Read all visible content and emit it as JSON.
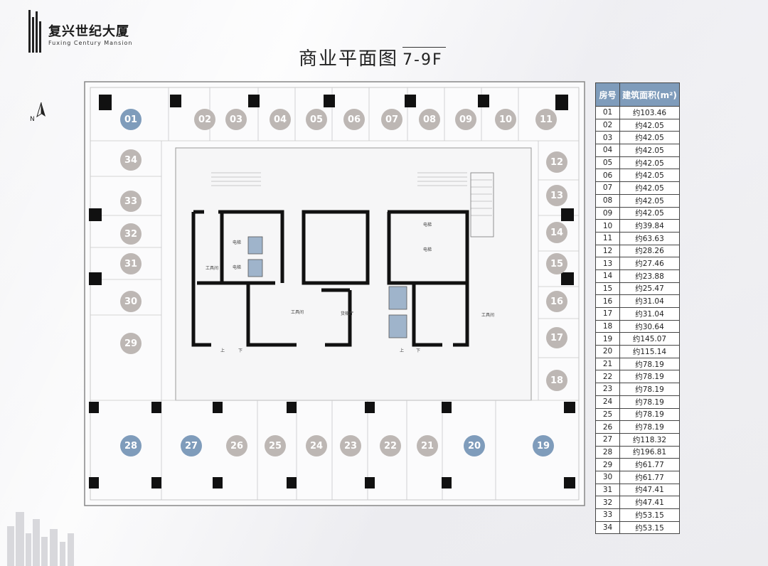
{
  "logo": {
    "name_cn": "复兴世纪大厦",
    "name_en": "Fuxing Century Mansion"
  },
  "title": {
    "main": "商业平面图",
    "floor": "7-9F"
  },
  "compass": {
    "label": "N",
    "icon": "north-arrow-icon"
  },
  "colors": {
    "accent_blue": "#7f9cbb",
    "unit_grey": "#bdb7b4"
  },
  "units_top": [
    {
      "id": "01",
      "highlight": true
    },
    {
      "id": "02",
      "highlight": false
    },
    {
      "id": "03",
      "highlight": false
    },
    {
      "id": "04",
      "highlight": false
    },
    {
      "id": "05",
      "highlight": false
    },
    {
      "id": "06",
      "highlight": false
    },
    {
      "id": "07",
      "highlight": false
    },
    {
      "id": "08",
      "highlight": false
    },
    {
      "id": "09",
      "highlight": false
    },
    {
      "id": "10",
      "highlight": false
    },
    {
      "id": "11",
      "highlight": false
    }
  ],
  "units_right": [
    "12",
    "13",
    "14",
    "15",
    "16",
    "17",
    "18"
  ],
  "units_left": [
    "34",
    "33",
    "32",
    "31",
    "30",
    "29"
  ],
  "units_bottom": [
    {
      "id": "28",
      "highlight": true
    },
    {
      "id": "27",
      "highlight": true
    },
    {
      "id": "26",
      "highlight": false
    },
    {
      "id": "25",
      "highlight": false
    },
    {
      "id": "24",
      "highlight": false
    },
    {
      "id": "23",
      "highlight": false
    },
    {
      "id": "22",
      "highlight": false
    },
    {
      "id": "21",
      "highlight": false
    },
    {
      "id": "20",
      "highlight": true
    },
    {
      "id": "19",
      "highlight": true
    }
  ],
  "core_labels": {
    "tool_room": "工具间",
    "freight_hall": "货梯厅",
    "up": "上",
    "down": "下",
    "elevator": "电梯"
  },
  "area_table": {
    "header_no": "房号",
    "header_area": "建筑面积(m²)",
    "rows": [
      {
        "no": "01",
        "area": "约103.46"
      },
      {
        "no": "02",
        "area": "约42.05"
      },
      {
        "no": "03",
        "area": "约42.05"
      },
      {
        "no": "04",
        "area": "约42.05"
      },
      {
        "no": "05",
        "area": "约42.05"
      },
      {
        "no": "06",
        "area": "约42.05"
      },
      {
        "no": "07",
        "area": "约42.05"
      },
      {
        "no": "08",
        "area": "约42.05"
      },
      {
        "no": "09",
        "area": "约42.05"
      },
      {
        "no": "10",
        "area": "约39.84"
      },
      {
        "no": "11",
        "area": "约63.63"
      },
      {
        "no": "12",
        "area": "约28.26"
      },
      {
        "no": "13",
        "area": "约27.46"
      },
      {
        "no": "14",
        "area": "约23.88"
      },
      {
        "no": "15",
        "area": "约25.47"
      },
      {
        "no": "16",
        "area": "约31.04"
      },
      {
        "no": "17",
        "area": "约31.04"
      },
      {
        "no": "18",
        "area": "约30.64"
      },
      {
        "no": "19",
        "area": "约145.07"
      },
      {
        "no": "20",
        "area": "约115.14"
      },
      {
        "no": "21",
        "area": "约78.19"
      },
      {
        "no": "22",
        "area": "约78.19"
      },
      {
        "no": "23",
        "area": "约78.19"
      },
      {
        "no": "24",
        "area": "约78.19"
      },
      {
        "no": "25",
        "area": "约78.19"
      },
      {
        "no": "26",
        "area": "约78.19"
      },
      {
        "no": "27",
        "area": "约118.32"
      },
      {
        "no": "28",
        "area": "约196.81"
      },
      {
        "no": "29",
        "area": "约61.77"
      },
      {
        "no": "30",
        "area": "约61.77"
      },
      {
        "no": "31",
        "area": "约47.41"
      },
      {
        "no": "32",
        "area": "约47.41"
      },
      {
        "no": "33",
        "area": "约53.15"
      },
      {
        "no": "34",
        "area": "约53.15"
      }
    ]
  },
  "footnote": ""
}
